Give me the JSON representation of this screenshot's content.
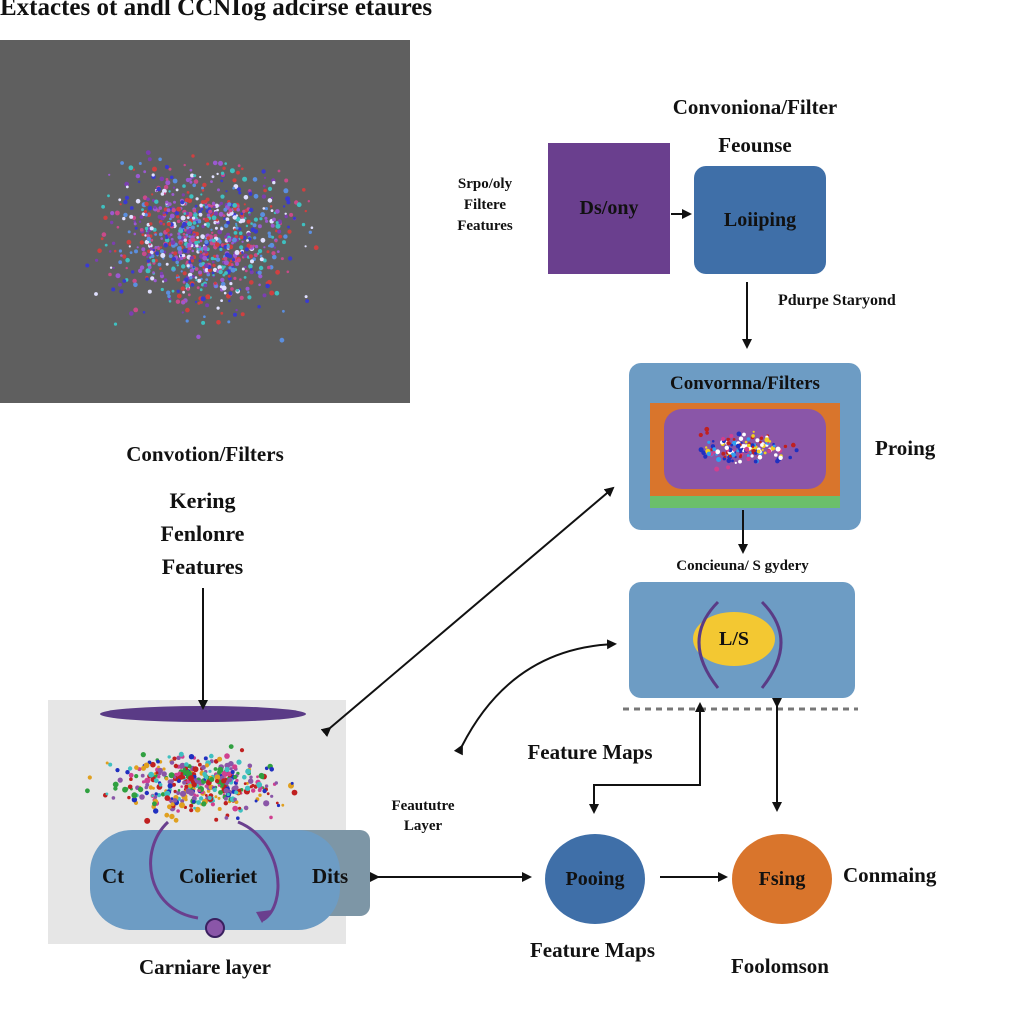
{
  "title": "Extactes ot andl CCNIog adcirse etaures",
  "top_right": {
    "header_line1": "Convoniona/Filter",
    "header_line2": "Feounse",
    "side_label": [
      "Srpo/oly",
      "Filtere",
      "Features"
    ],
    "purple_box": "Ds/ony",
    "blue_box": "Loiiping",
    "arrow_label": "Pdurpe Staryond"
  },
  "mid_right": {
    "box_title": "Convornna/Filters",
    "side_label": "Proing",
    "below_label": "Concieuna/ S gydery",
    "ellipse_label": "L/S"
  },
  "left": {
    "header": "Convotion/Filters",
    "lines": [
      "Kering",
      "Fenlonre",
      "Features"
    ],
    "layer_left": "Ct",
    "layer_center": "Colieriet",
    "layer_right": "Dits",
    "caption": "Carniare layer"
  },
  "bottom": {
    "feature_layer": [
      "Feaututre",
      "Layer"
    ],
    "feature_maps_top": "Feature Maps",
    "pooling": "Pooing",
    "fsing": "Fsing",
    "conmaing": "Conmaing",
    "feature_maps_bottom": "Feature Maps",
    "foolomson": "Foolomson"
  },
  "colors": {
    "purple": "#6a3f8e",
    "blue": "#3f6fa8",
    "light_blue": "#6d9cc4",
    "orange": "#d9752c",
    "yellow": "#f3c832",
    "gray": "#5f5f5f"
  }
}
